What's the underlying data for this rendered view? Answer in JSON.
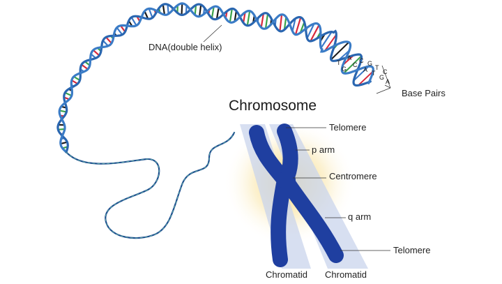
{
  "diagram": {
    "title": "Chromosome",
    "labels": {
      "dna": "DNA(double helix)",
      "base_pairs": "Base Pairs",
      "telomere_top": "Telomere",
      "p_arm": "p arm",
      "centromere": "Centromere",
      "q_arm": "q arm",
      "telomere_bottom": "Telomere",
      "chromatid_left": "Chromatid",
      "chromatid_right": "Chromatid"
    },
    "base_letters": [
      "T",
      "G",
      "A",
      "C",
      "C",
      "A",
      "G",
      "T",
      "T",
      "G",
      "C",
      "A"
    ],
    "colors": {
      "strand": "#2a66b0",
      "strand_dark": "#1a3f7a",
      "chromosome": "#1e3f9e",
      "chromatid_band": "#c8d3ea",
      "glow": "#f4d36a",
      "rung_red": "#d8283a",
      "rung_green": "#3aa24a",
      "rung_black": "#1a1a1a",
      "rung_blue": "#3a78c8"
    }
  }
}
